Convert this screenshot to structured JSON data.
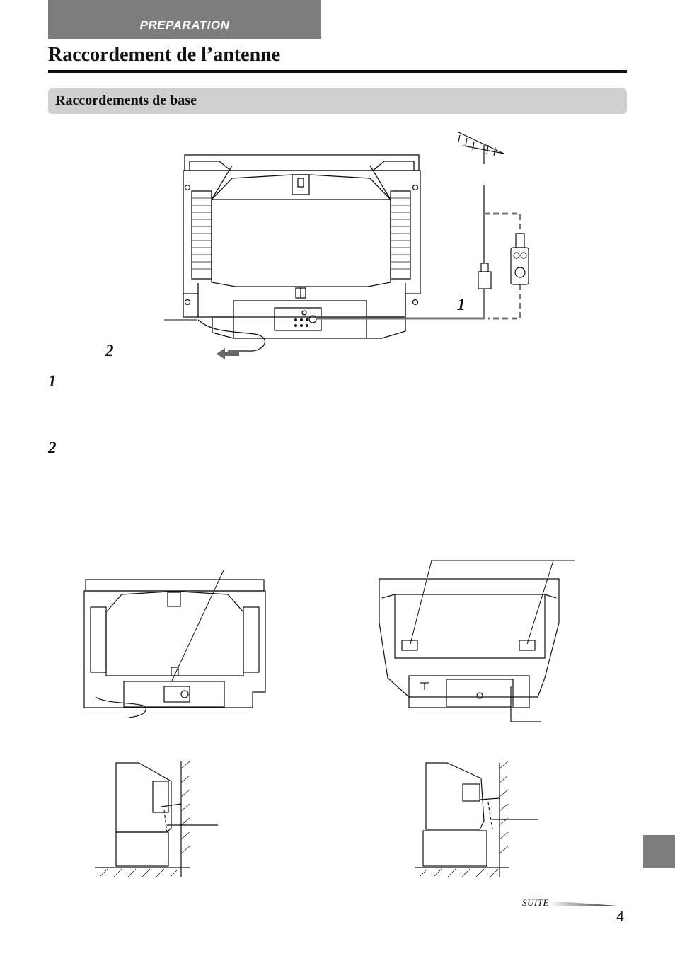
{
  "header": {
    "section_tab": "PREPARATION",
    "title": "Raccordement de l’antenne"
  },
  "section": {
    "subtitle": "Raccordements de base"
  },
  "diagram_main": {
    "callout_1": "1",
    "callout_2": "2"
  },
  "steps": [
    {
      "number": "1"
    },
    {
      "number": "2"
    }
  ],
  "footer": {
    "continue_label": "SUITE",
    "page_number": "4"
  },
  "colors": {
    "tab_gray": "#7d7d7d",
    "bar_gray": "#cfcfcf",
    "ink": "#111111"
  }
}
